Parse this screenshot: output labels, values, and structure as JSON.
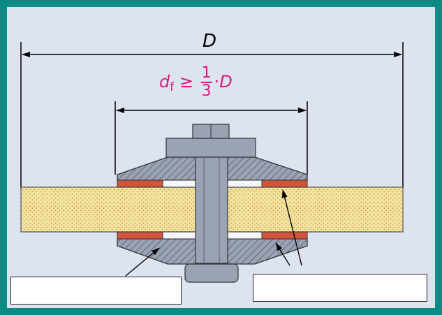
{
  "dimension_outer": "D",
  "formula": {
    "lhs": "d",
    "lhs_sub": "f",
    "relation": "≥",
    "numerator": "1",
    "denominator": "3",
    "operator": "·",
    "rhs": "D"
  },
  "label_boxes": [
    {
      "text": ""
    },
    {
      "text": ""
    }
  ],
  "colors": {
    "border": "#0c8a84",
    "background": "#dde4ef",
    "core": "#f3e2a0",
    "flange": "#9aa3b4",
    "gasket": "#d2543c",
    "formula": "#d81b7c"
  }
}
